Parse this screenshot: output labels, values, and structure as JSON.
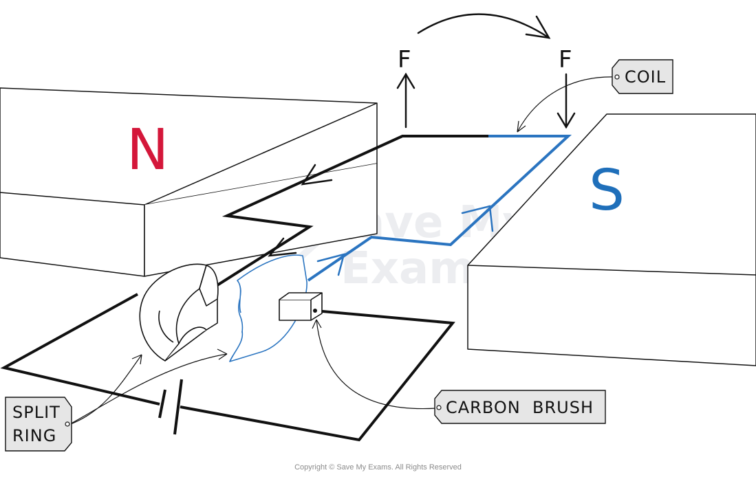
{
  "poles": {
    "north": "N",
    "south": "S"
  },
  "forces": {
    "left": "F",
    "right": "F"
  },
  "labels": {
    "coil": "COIL",
    "split_ring_line1": "SPLIT",
    "split_ring_line2": "RING",
    "carbon_brush": "CARBON  BRUSH"
  },
  "watermark": {
    "line1": "Save My",
    "line2": "Exams"
  },
  "copyright": "Copyright © Save My Exams. All Rights Reserved",
  "colors": {
    "north": "#d4173a",
    "south": "#1f6fba",
    "coil_blue": "#2a74c0",
    "wire": "#111111",
    "tag_fill": "#e6e6e6"
  }
}
